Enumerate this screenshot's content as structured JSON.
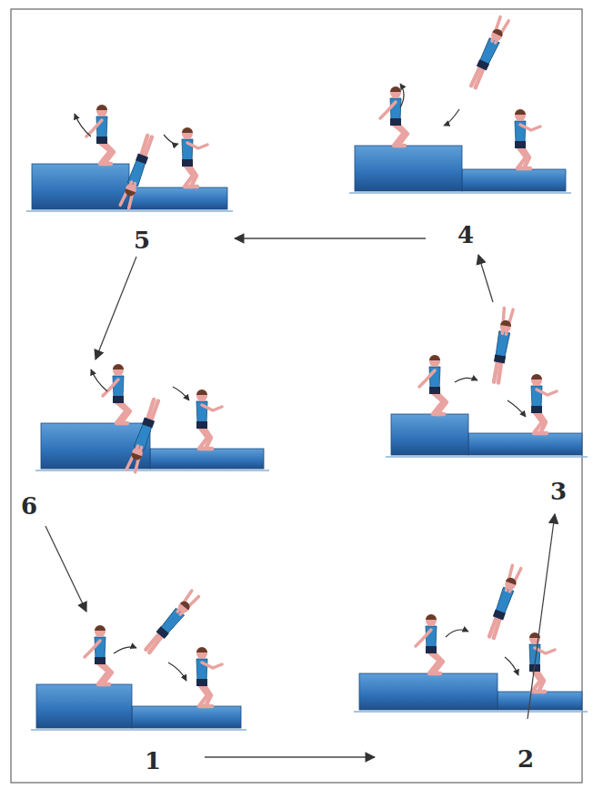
{
  "diagram": {
    "labels": [
      "5",
      "4",
      "6",
      "3",
      "1",
      "2"
    ]
  }
}
